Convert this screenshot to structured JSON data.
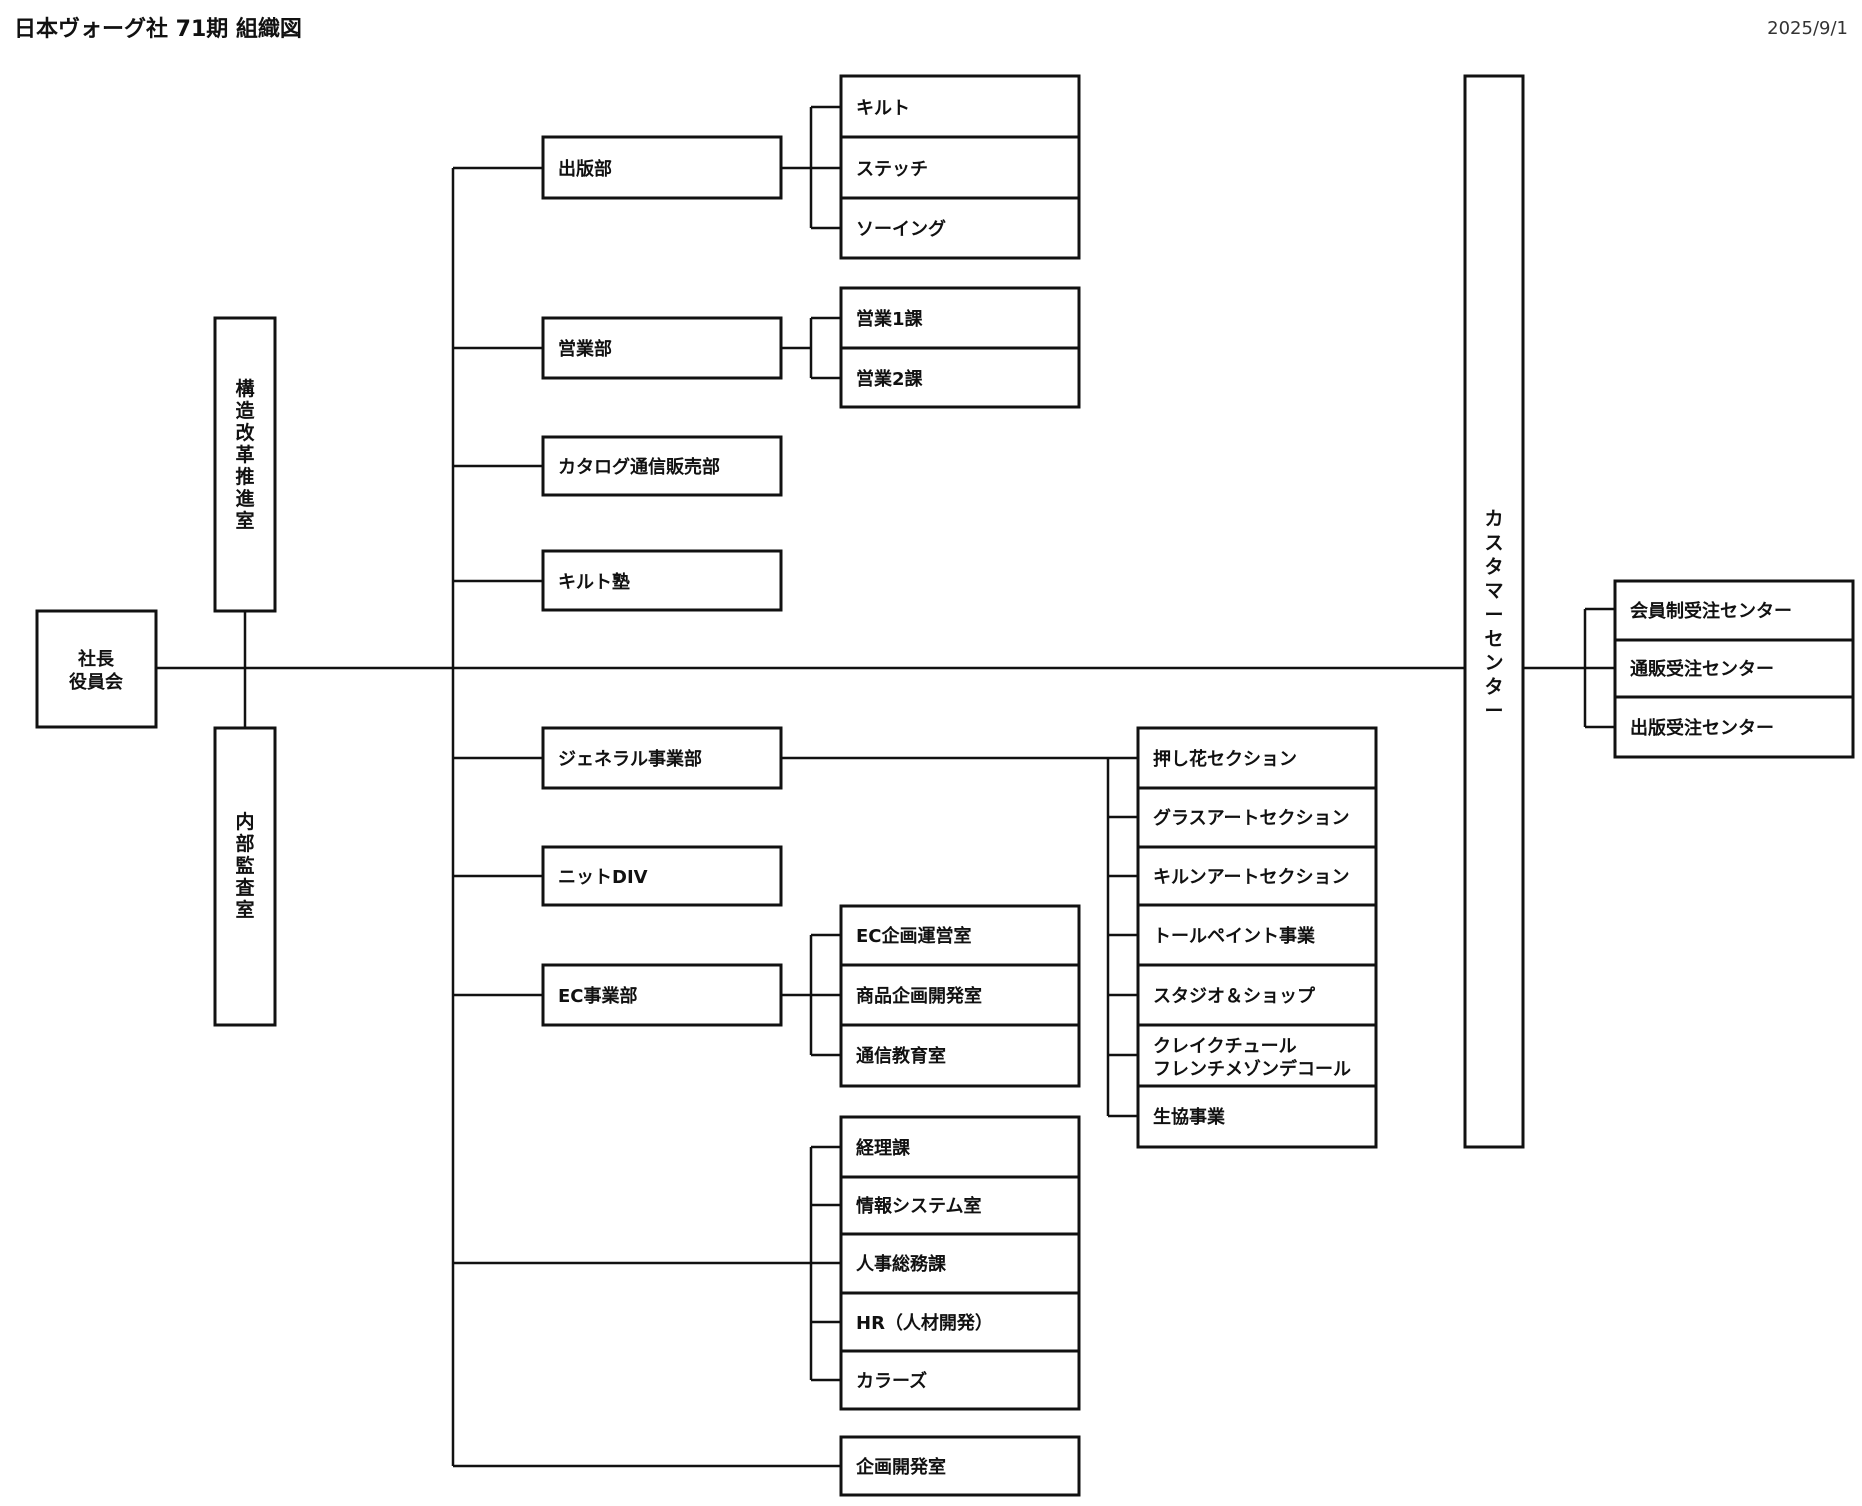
{
  "title": "日本ヴォーグ社 71期 組織図",
  "date": "2025/9/1",
  "top": {
    "president_line1": "社長",
    "president_line2": "役員会"
  },
  "staff": {
    "reform": "構造改革推進室",
    "audit": "内部監査室"
  },
  "departments": {
    "publishing": "出版部",
    "sales": "営業部",
    "catalog": "カタログ通信販売部",
    "quilt_school": "キルト塾",
    "general": "ジェネラル事業部",
    "knit": "ニットDIV",
    "ec": "EC事業部"
  },
  "publishing_units": [
    "キルト",
    "ステッチ",
    "ソーイング"
  ],
  "sales_units": [
    "営業1課",
    "営業2課"
  ],
  "ec_units": [
    "EC企画運営室",
    "商品企画開発室",
    "通信教育室"
  ],
  "admin_units": [
    "経理課",
    "情報システム室",
    "人事総務課",
    "HR（人材開発）",
    "カラーズ"
  ],
  "planning": "企画開発室",
  "general_units": [
    "押し花セクション",
    "グラスアートセクション",
    "キルンアートセクション",
    "トールペイント事業",
    "スタジオ＆ショップ",
    "クレイクチュール",
    "フレンチメゾンデコール",
    "生協事業"
  ],
  "customer_center": "カスタマーセンター",
  "customer_units": [
    "会員制受注センター",
    "通販受注センター",
    "出版受注センター"
  ]
}
